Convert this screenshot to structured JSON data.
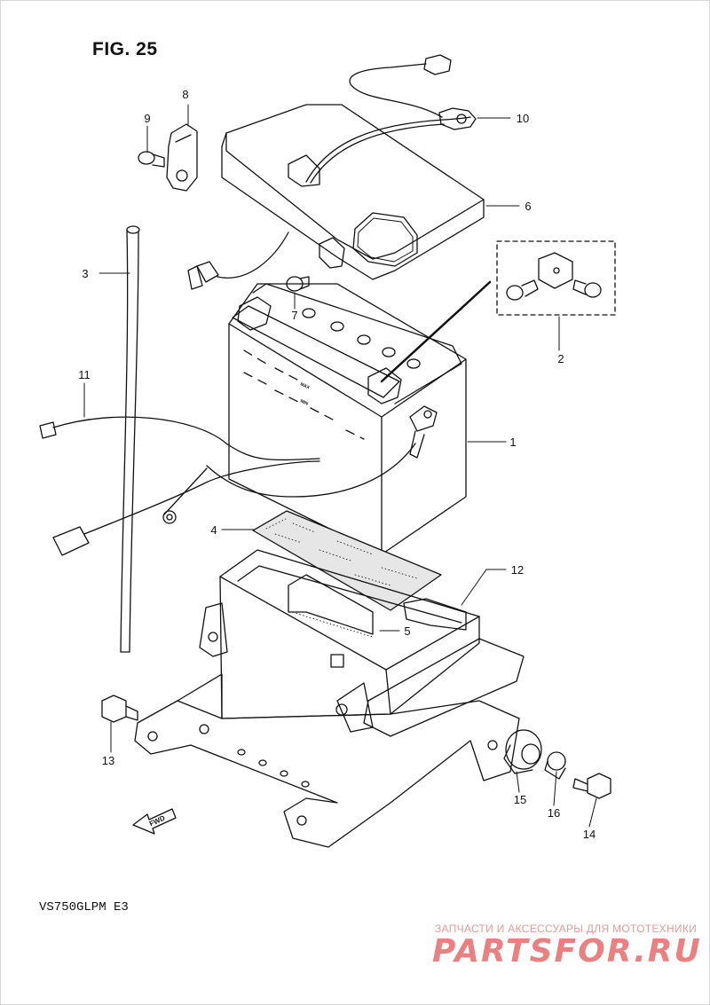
{
  "figure": {
    "title": "FIG. 25",
    "model_code": "VS750GLPM E3"
  },
  "callouts": [
    {
      "id": "c1",
      "label": "1"
    },
    {
      "id": "c2",
      "label": "2"
    },
    {
      "id": "c3",
      "label": "3"
    },
    {
      "id": "c4",
      "label": "4"
    },
    {
      "id": "c5",
      "label": "5"
    },
    {
      "id": "c6",
      "label": "6"
    },
    {
      "id": "c7",
      "label": "7"
    },
    {
      "id": "c8",
      "label": "8"
    },
    {
      "id": "c9",
      "label": "9"
    },
    {
      "id": "c10",
      "label": "10"
    },
    {
      "id": "c11",
      "label": "11"
    },
    {
      "id": "c12",
      "label": "12"
    },
    {
      "id": "c13",
      "label": "13"
    },
    {
      "id": "c14",
      "label": "14"
    },
    {
      "id": "c15",
      "label": "15"
    },
    {
      "id": "c16",
      "label": "16"
    }
  ],
  "battery_marks": {
    "max": "MAX",
    "min": "MIN"
  },
  "direction_label": "FWD",
  "watermark": {
    "tagline": "ЗАПЧАСТИ И АКСЕССУАРЫ ДЛЯ МОТОТЕХНИКИ",
    "logo_text": "PARTSFOR.RU"
  },
  "colors": {
    "ink": "#111111",
    "watermark": "#e86a6a"
  }
}
